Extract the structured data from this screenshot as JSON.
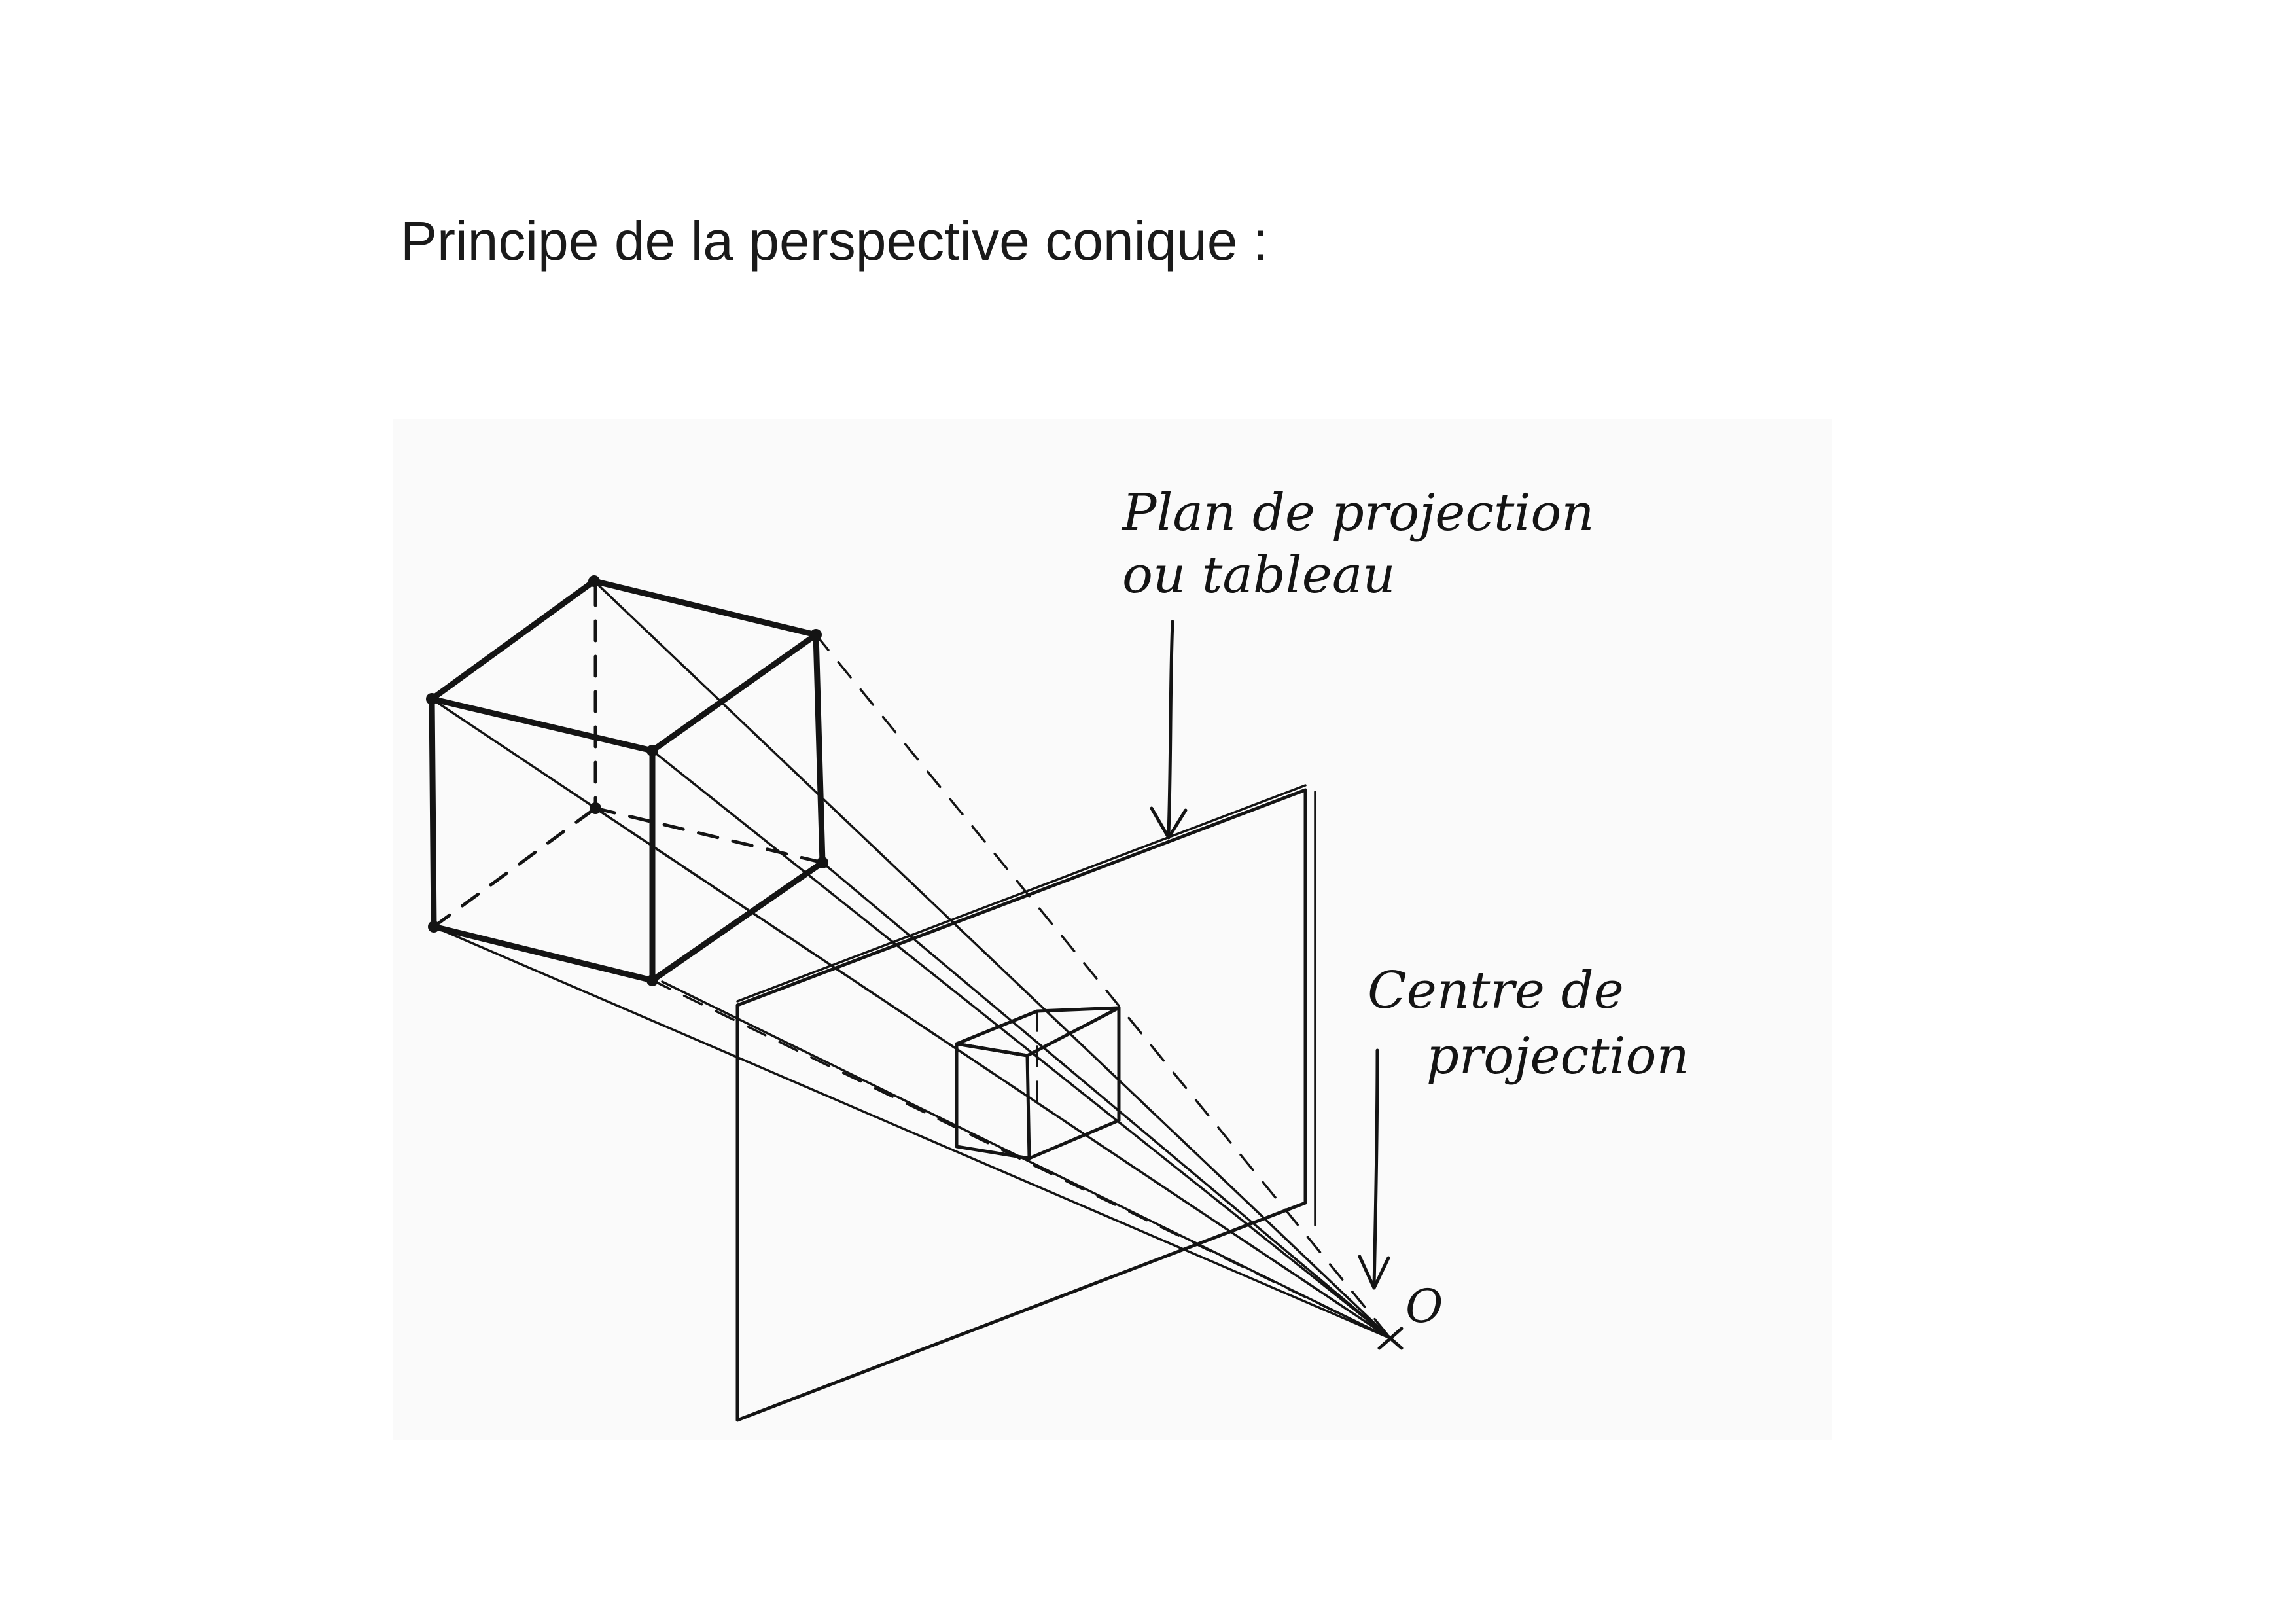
{
  "title": "Principe de la perspective conique :",
  "labels": {
    "plan_line1": "Plan de projection",
    "plan_line2": "ou tableau",
    "centre_line1": "Centre de",
    "centre_line2": "projection",
    "point": "O"
  }
}
